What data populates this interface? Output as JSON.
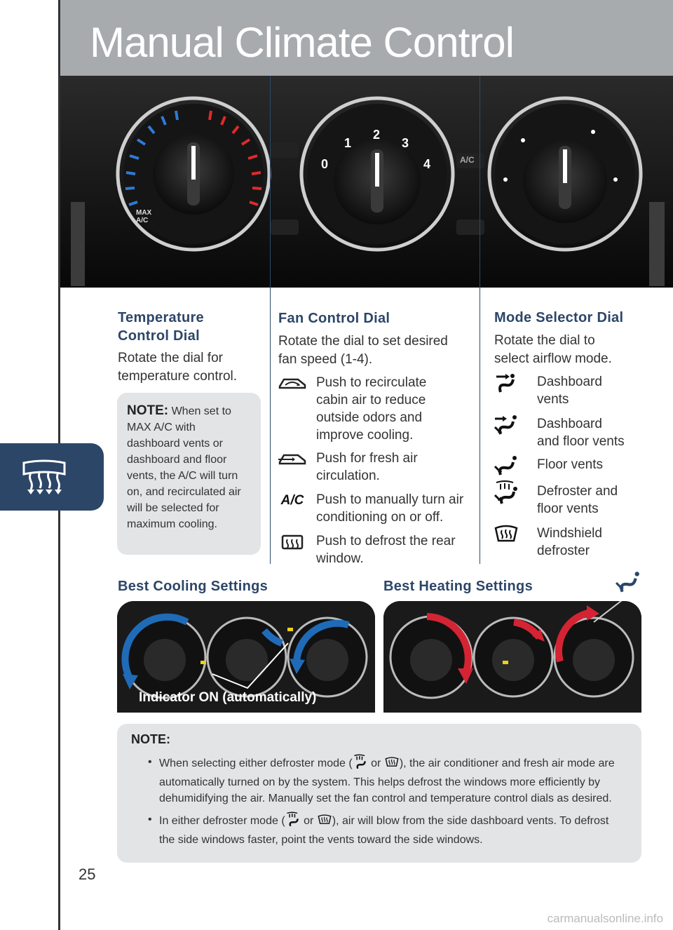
{
  "header": {
    "title": "Manual Climate Control"
  },
  "photo": {
    "fan_dial_numbers": [
      "0",
      "1",
      "2",
      "3",
      "4"
    ],
    "temp_dial_label": "MAX\nA/C",
    "ac_button_label": "A/C"
  },
  "temperature": {
    "title_line1": "Temperature",
    "title_line2": "Control Dial",
    "text_line1": "Rotate the dial for",
    "text_line2": "temperature control.",
    "note_label": "NOTE:",
    "note_text_first": "When set",
    "note_text_rest": "to MAX A/C with dashboard vents or dashboard and floor vents, the A/C will turn on, and recirculated air will be selected for maximum cooling."
  },
  "fan": {
    "title": "Fan Control Dial",
    "text_line1": "Rotate the dial to set desired",
    "text_line2": "fan speed (1-4).",
    "buttons": [
      {
        "icon": "recirculate-icon",
        "text": "Push to recirculate cabin air to reduce outside odors and improve cooling."
      },
      {
        "icon": "fresh-air-icon",
        "text": "Push for fresh air circulation."
      },
      {
        "icon": "ac-icon",
        "text": "Push to manually turn air conditioning on or off."
      },
      {
        "icon": "rear-defrost-icon",
        "text": "Push to defrost the rear window."
      }
    ],
    "ac_icon_text": "A/C"
  },
  "mode": {
    "title": "Mode Selector Dial",
    "text_line1": "Rotate the dial to",
    "text_line2": "select airflow mode.",
    "modes": [
      {
        "icon": "dashboard-vents-icon",
        "line1": "Dashboard",
        "line2": "vents"
      },
      {
        "icon": "dashboard-floor-vents-icon",
        "line1": "Dashboard",
        "line2": "and floor vents"
      },
      {
        "icon": "floor-vents-icon",
        "line1": "Floor vents",
        "line2": ""
      },
      {
        "icon": "defroster-floor-icon",
        "line1": "Defroster and",
        "line2": "floor vents"
      },
      {
        "icon": "windshield-defroster-icon",
        "line1": "Windshield",
        "line2": "defroster"
      }
    ]
  },
  "best": {
    "cooling_title": "Best Cooling Settings",
    "heating_title": "Best Heating Settings",
    "indicator_label": "Indicator ON (automatically)"
  },
  "note_bottom": {
    "title": "NOTE:",
    "bullet1_a": "When selecting either defroster mode (",
    "bullet1_or": "or",
    "bullet1_b": "), the air conditioner and fresh air mode are automatically turned on by the system. This helps defrost the windows more efficiently by dehumidifying the air. Manually set the fan control and temperature control dials as desired.",
    "bullet2_a": "In either defroster mode (",
    "bullet2_or": "or",
    "bullet2_b": "), air will blow from the side dashboard vents. To defrost the side windows faster, point the vents toward the side windows."
  },
  "page_number": "25",
  "watermark": "carmanualsonline.info",
  "colors": {
    "accent": "#2c4668",
    "header_gray": "#a8abae",
    "note_bg": "#e3e4e6",
    "cool_blue": "#1f6bb8",
    "heat_red": "#d42434"
  }
}
